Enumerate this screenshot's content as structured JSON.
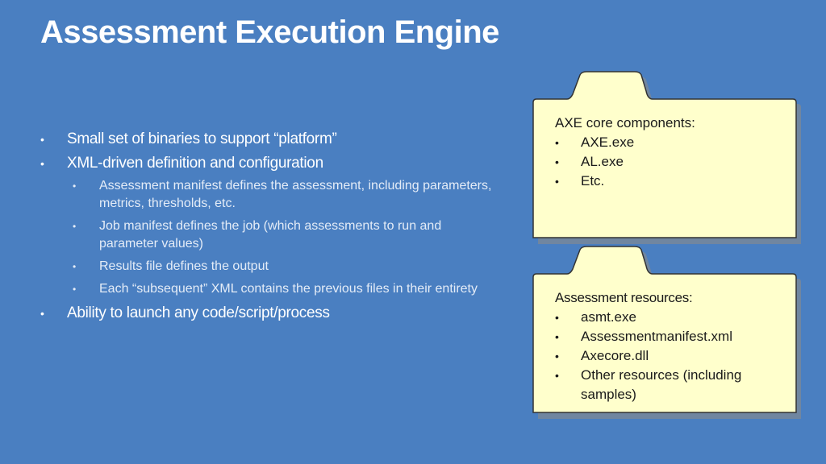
{
  "title": "Assessment Execution Engine",
  "bullets": [
    {
      "text": "Small set of binaries to support “platform”",
      "sub": []
    },
    {
      "text": "XML-driven definition and configuration",
      "sub": [
        "Assessment manifest defines the assessment, including parameters, metrics, thresholds, etc.",
        "Job manifest defines the job (which assessments to run and parameter values)",
        "Results file defines the output",
        "Each “subsequent” XML contains the previous files in their entirety"
      ]
    },
    {
      "text": "Ability to launch any code/script/process",
      "sub": []
    }
  ],
  "folder_core": {
    "heading": "AXE core components:",
    "items": [
      "AXE.exe",
      "AL.exe",
      "Etc."
    ]
  },
  "folder_resources": {
    "heading": "Assessment resources:",
    "items": [
      "asmt.exe",
      "Assessmentmanifest.xml",
      "Axecore.dll",
      "Other resources (including samples)"
    ]
  },
  "colors": {
    "background": "#4a7fc1",
    "folder_fill": "#ffffcc",
    "folder_border": "#333333",
    "folder_shadow": "#8a8a8a"
  }
}
